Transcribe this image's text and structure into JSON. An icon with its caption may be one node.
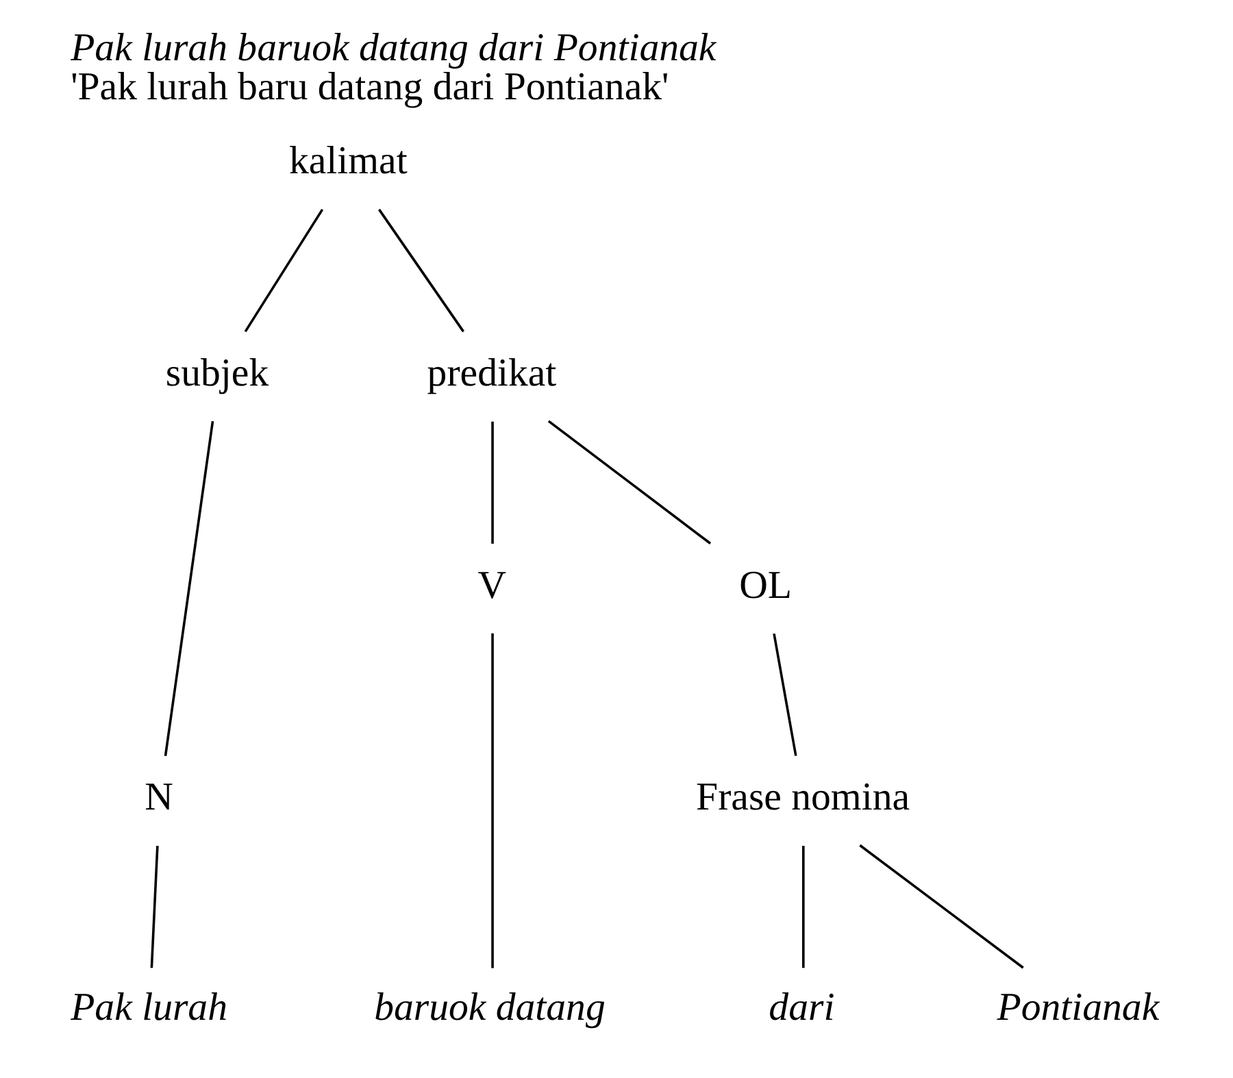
{
  "diagram": {
    "title": "Pak lurah baruok datang dari Pontianak",
    "caption": "'Pak lurah baru datang dari Pontianak'",
    "nodes": [
      {
        "text": [
          "kalimat"
        ]
      },
      {
        "text": [
          "subjek"
        ]
      },
      {
        "text": [
          "predikat"
        ]
      },
      {
        "text": [
          "N"
        ]
      },
      {
        "text": [
          "V"
        ]
      },
      {
        "text": [
          "OL"
        ]
      },
      {
        "text": [
          "Frase nomina"
        ]
      },
      {
        "text": [
          "Pak lurah"
        ]
      },
      {
        "text": [
          "baruok datang"
        ]
      },
      {
        "text": [
          "dari"
        ]
      },
      {
        "text": [
          "Pontianak"
        ]
      }
    ],
    "edges": [
      {
        "from": 0,
        "to": 1,
        "arrow": "none"
      },
      {
        "from": 0,
        "to": 2,
        "arrow": "none"
      },
      {
        "from": 1,
        "to": 3,
        "arrow": "none"
      },
      {
        "from": 2,
        "to": 4,
        "arrow": "none"
      },
      {
        "from": 2,
        "to": 5,
        "arrow": "none"
      },
      {
        "from": 5,
        "to": 6,
        "arrow": "none"
      },
      {
        "from": 3,
        "to": 7,
        "arrow": "none"
      },
      {
        "from": 4,
        "to": 8,
        "arrow": "none"
      },
      {
        "from": 6,
        "to": 9,
        "arrow": "none"
      },
      {
        "from": 6,
        "to": 10,
        "arrow": "none"
      }
    ]
  }
}
